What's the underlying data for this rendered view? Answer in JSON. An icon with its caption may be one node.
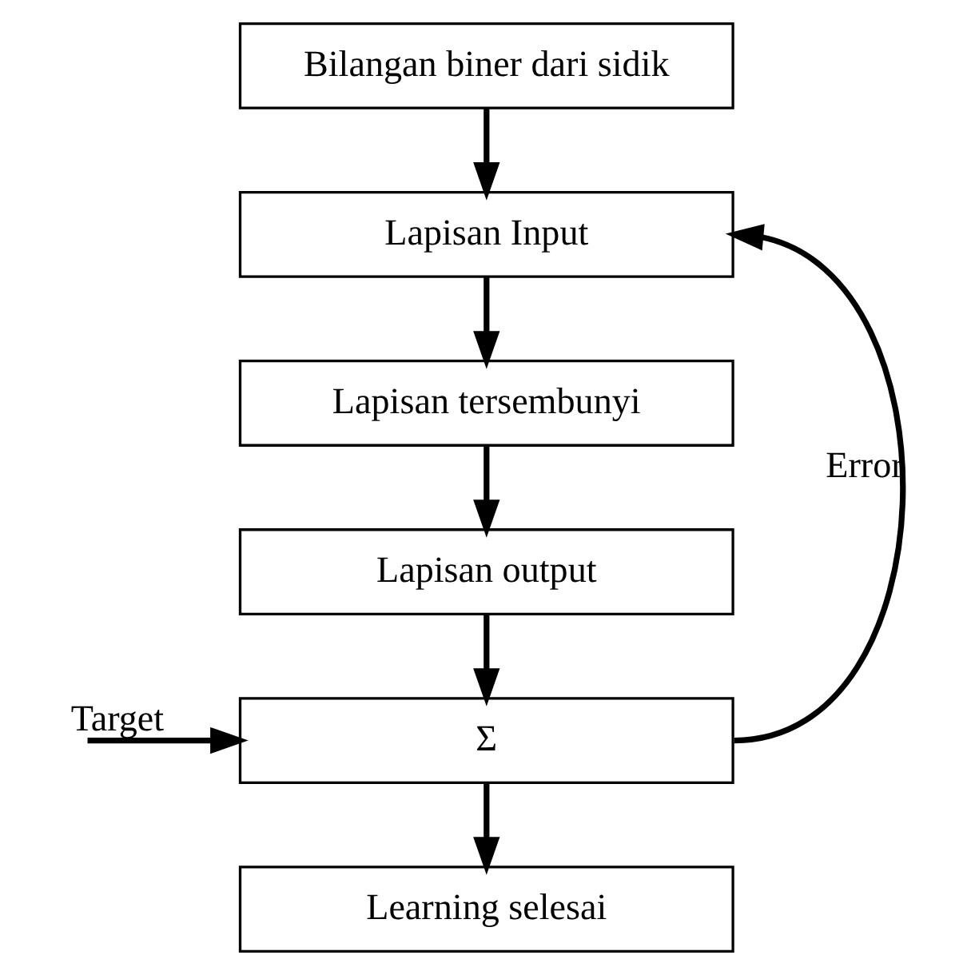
{
  "diagram": {
    "nodes": [
      {
        "text": [
          "Bilangan biner dari sidik"
        ]
      },
      {
        "text": [
          "Lapisan Input"
        ]
      },
      {
        "text": [
          "Lapisan tersembunyi"
        ]
      },
      {
        "text": [
          "Lapisan output"
        ]
      },
      {
        "text": [
          "Σ"
        ]
      },
      {
        "text": [
          "Learning selesai"
        ]
      }
    ],
    "edges": [
      {
        "from": 0,
        "to": 1,
        "arrow": "to"
      },
      {
        "from": 1,
        "to": 2,
        "arrow": "to"
      },
      {
        "from": 2,
        "to": 3,
        "arrow": "to"
      },
      {
        "from": 3,
        "to": 4,
        "arrow": "to"
      },
      {
        "from": 4,
        "to": 5,
        "arrow": "to"
      },
      {
        "from": 4,
        "to": 1,
        "arrow": "to",
        "label": "Error"
      },
      {
        "from": null,
        "to": 4,
        "arrow": "to",
        "label": "Target"
      }
    ]
  }
}
